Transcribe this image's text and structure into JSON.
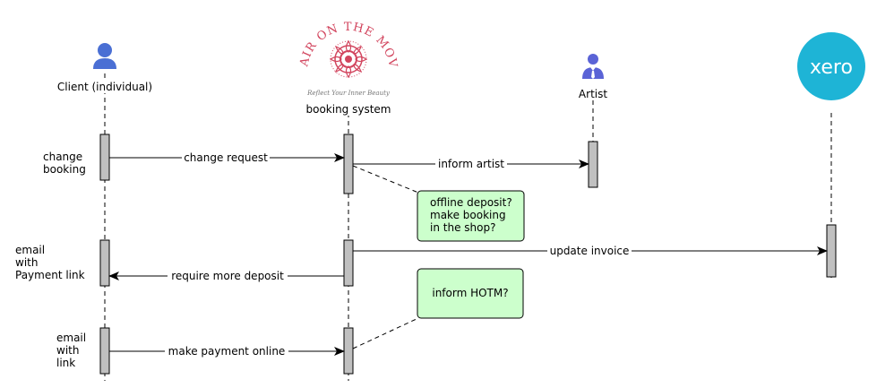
{
  "diagram": {
    "type": "sequence",
    "participants": [
      {
        "id": "client",
        "label": "Client (individual)",
        "icon": "user-icon"
      },
      {
        "id": "booking",
        "label": "booking system",
        "icon": "hair-on-the-move-logo",
        "logo_title": "HAIR ON THE MOVE",
        "logo_tagline": "Reflect Your Inner Beauty"
      },
      {
        "id": "artist",
        "label": "Artist",
        "icon": "businessman-icon"
      },
      {
        "id": "xero",
        "label": "",
        "icon": "xero-logo",
        "logo_text": "xero"
      }
    ],
    "side_labels": [
      {
        "lines": [
          "change",
          "booking"
        ]
      },
      {
        "lines": [
          "email",
          "with",
          "Payment link"
        ]
      },
      {
        "lines": [
          "email",
          "with",
          "link"
        ]
      }
    ],
    "messages": [
      {
        "from": "client",
        "to": "booking",
        "label": "change request"
      },
      {
        "from": "booking",
        "to": "artist",
        "label": "inform artist"
      },
      {
        "from": "booking",
        "to": "xero",
        "label": "update invoice"
      },
      {
        "from": "booking",
        "to": "client",
        "label": "require more deposit"
      },
      {
        "from": "client",
        "to": "booking",
        "label": "make payment online"
      }
    ],
    "notes": [
      {
        "lines": [
          "offline deposit?",
          "make booking",
          "in the shop?"
        ]
      },
      {
        "lines": [
          "inform HOTM?"
        ]
      }
    ],
    "colors": {
      "actor_icon": "#4a6fd4",
      "artist_icon": "#5a63d6",
      "activation_fill": "#c0c0c0",
      "note_fill": "#ccffcc",
      "xero_brand": "#1eb4d6",
      "logo_pink": "#d2455e"
    }
  }
}
